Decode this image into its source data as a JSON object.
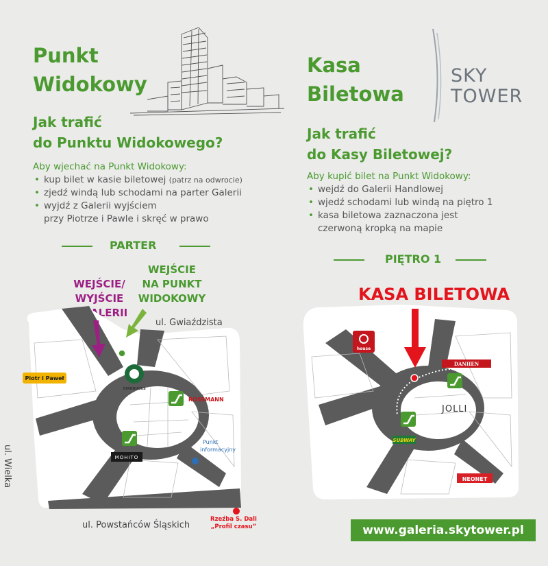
{
  "left": {
    "title_line1": "Punkt",
    "title_line2": "Widokowy",
    "question_line1": "Jak trafić",
    "question_line2": "do Punktu Widokowego?",
    "intro": "Aby wjechać na Punkt Widokowy:",
    "steps": [
      {
        "text": "kup bilet w kasie biletowej",
        "note": "(patrz na odwrocie)"
      },
      {
        "text": "zjedź windą lub schodami na parter Galerii"
      },
      {
        "text": "wyjdź z Galerii wyjściem",
        "text2": "przy Piotrze i Pawle i skręć w prawo"
      }
    ],
    "section": "PARTER",
    "label_exit": [
      "WEJŚCIE/",
      "WYJŚCIE",
      "Z GALERII"
    ],
    "label_entry": [
      "WEJŚCIE",
      "NA PUNKT",
      "WIDOKOWY"
    ],
    "map": {
      "street_top": "ul. Gwiaździsta",
      "street_left": "ul. Wielka",
      "street_bottom": "ul. Powstańców Śląskich",
      "store_piotr": "Piotr i Paweł",
      "store_starbucks": "STARBUCKS",
      "store_rossmann": "ROSSMANN",
      "store_mohito": "MOHITO",
      "info_line1": "Punkt",
      "info_line2": "informacyjny",
      "sculpture_line1": "Rzeźba S. Dali",
      "sculpture_line2": "„Profil czasu”"
    }
  },
  "right": {
    "title_line1": "Kasa",
    "title_line2": "Biletowa",
    "logo_line1": "SKY",
    "logo_line2": "TOWER",
    "question_line1": "Jak trafić",
    "question_line2": "do Kasy Biletowej?",
    "intro": "Aby kupić bilet na Punkt Widokowy:",
    "steps": [
      {
        "text": "wejdź do Galerii Handlowej"
      },
      {
        "text": "wjedź schodami lub windą na piętro 1"
      },
      {
        "text": "kasa biletowa zaznaczona jest",
        "text2": "czerwoną kropką na mapie"
      }
    ],
    "section": "PIĘTRO 1",
    "kasa_label": "KASA BILETOWA",
    "map": {
      "store_house": "house",
      "store_danhen": "DANHEN",
      "store_jolli": "JOLLI",
      "store_subway": "SUBWAY",
      "store_neonet": "NEONET"
    },
    "url": "www.galeria.skytower.pl"
  },
  "colors": {
    "green": "#4a9a2f",
    "purple": "#9c1f83",
    "red": "#e3141b",
    "map_road": "#5b5b5b",
    "map_bg": "#ffffff"
  }
}
